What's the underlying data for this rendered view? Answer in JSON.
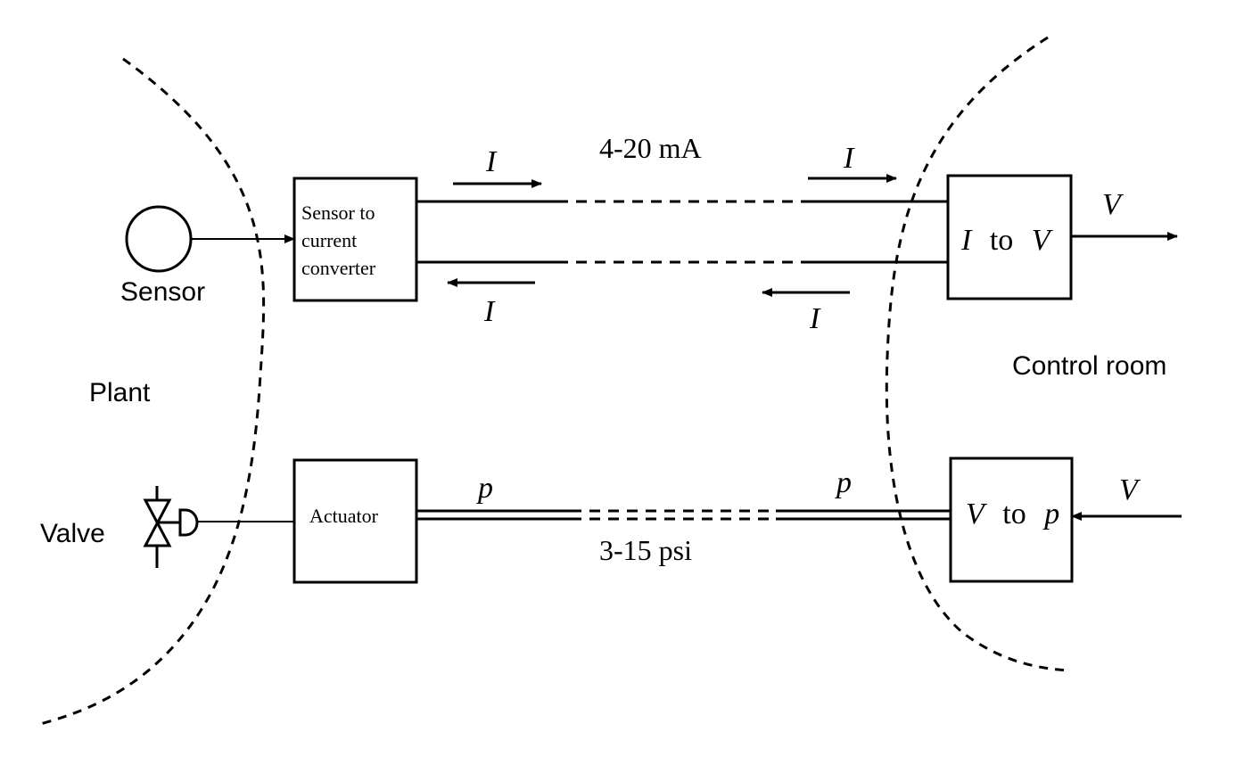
{
  "regions": {
    "plant": "Plant",
    "control_room": "Control room"
  },
  "components": {
    "sensor": "Sensor",
    "converter_line1": "Sensor to",
    "converter_line2": "current",
    "converter_line3": "converter",
    "actuator": "Actuator",
    "valve": "Valve"
  },
  "converters": {
    "i_to_v": {
      "from": "I",
      "word": "to",
      "to": "V"
    },
    "v_to_p": {
      "from": "V",
      "word": "to",
      "to": "p"
    }
  },
  "signals": {
    "current_range": "4-20 mA",
    "pressure_range": "3-15 psi",
    "current_symbol": "I",
    "voltage_symbol": "V",
    "pressure_symbol": "p"
  }
}
